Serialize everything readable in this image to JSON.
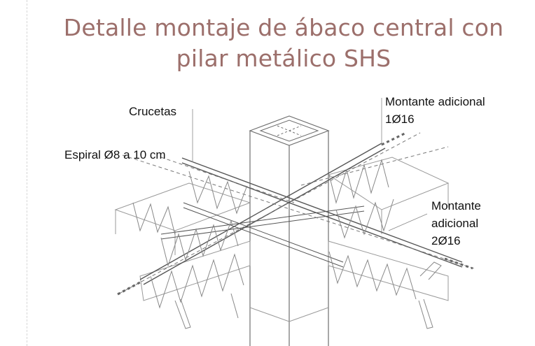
{
  "title": {
    "line1": "Detalle montaje de ábaco central con",
    "line2": "pilar metálico SHS"
  },
  "labels": {
    "crucetas": "Crucetas",
    "espiral": "Espiral Ø8 a 10 cm",
    "montante1_line1": "Montante adicional",
    "montante1_line2": "1Ø16",
    "montante2_line1": "Montante",
    "montante2_line2": "adicional",
    "montante2_line3": "2Ø16"
  },
  "colors": {
    "title": "#9c6f6b",
    "line": "#6e6e6e",
    "dashed_rule": "#d6d6d6"
  }
}
